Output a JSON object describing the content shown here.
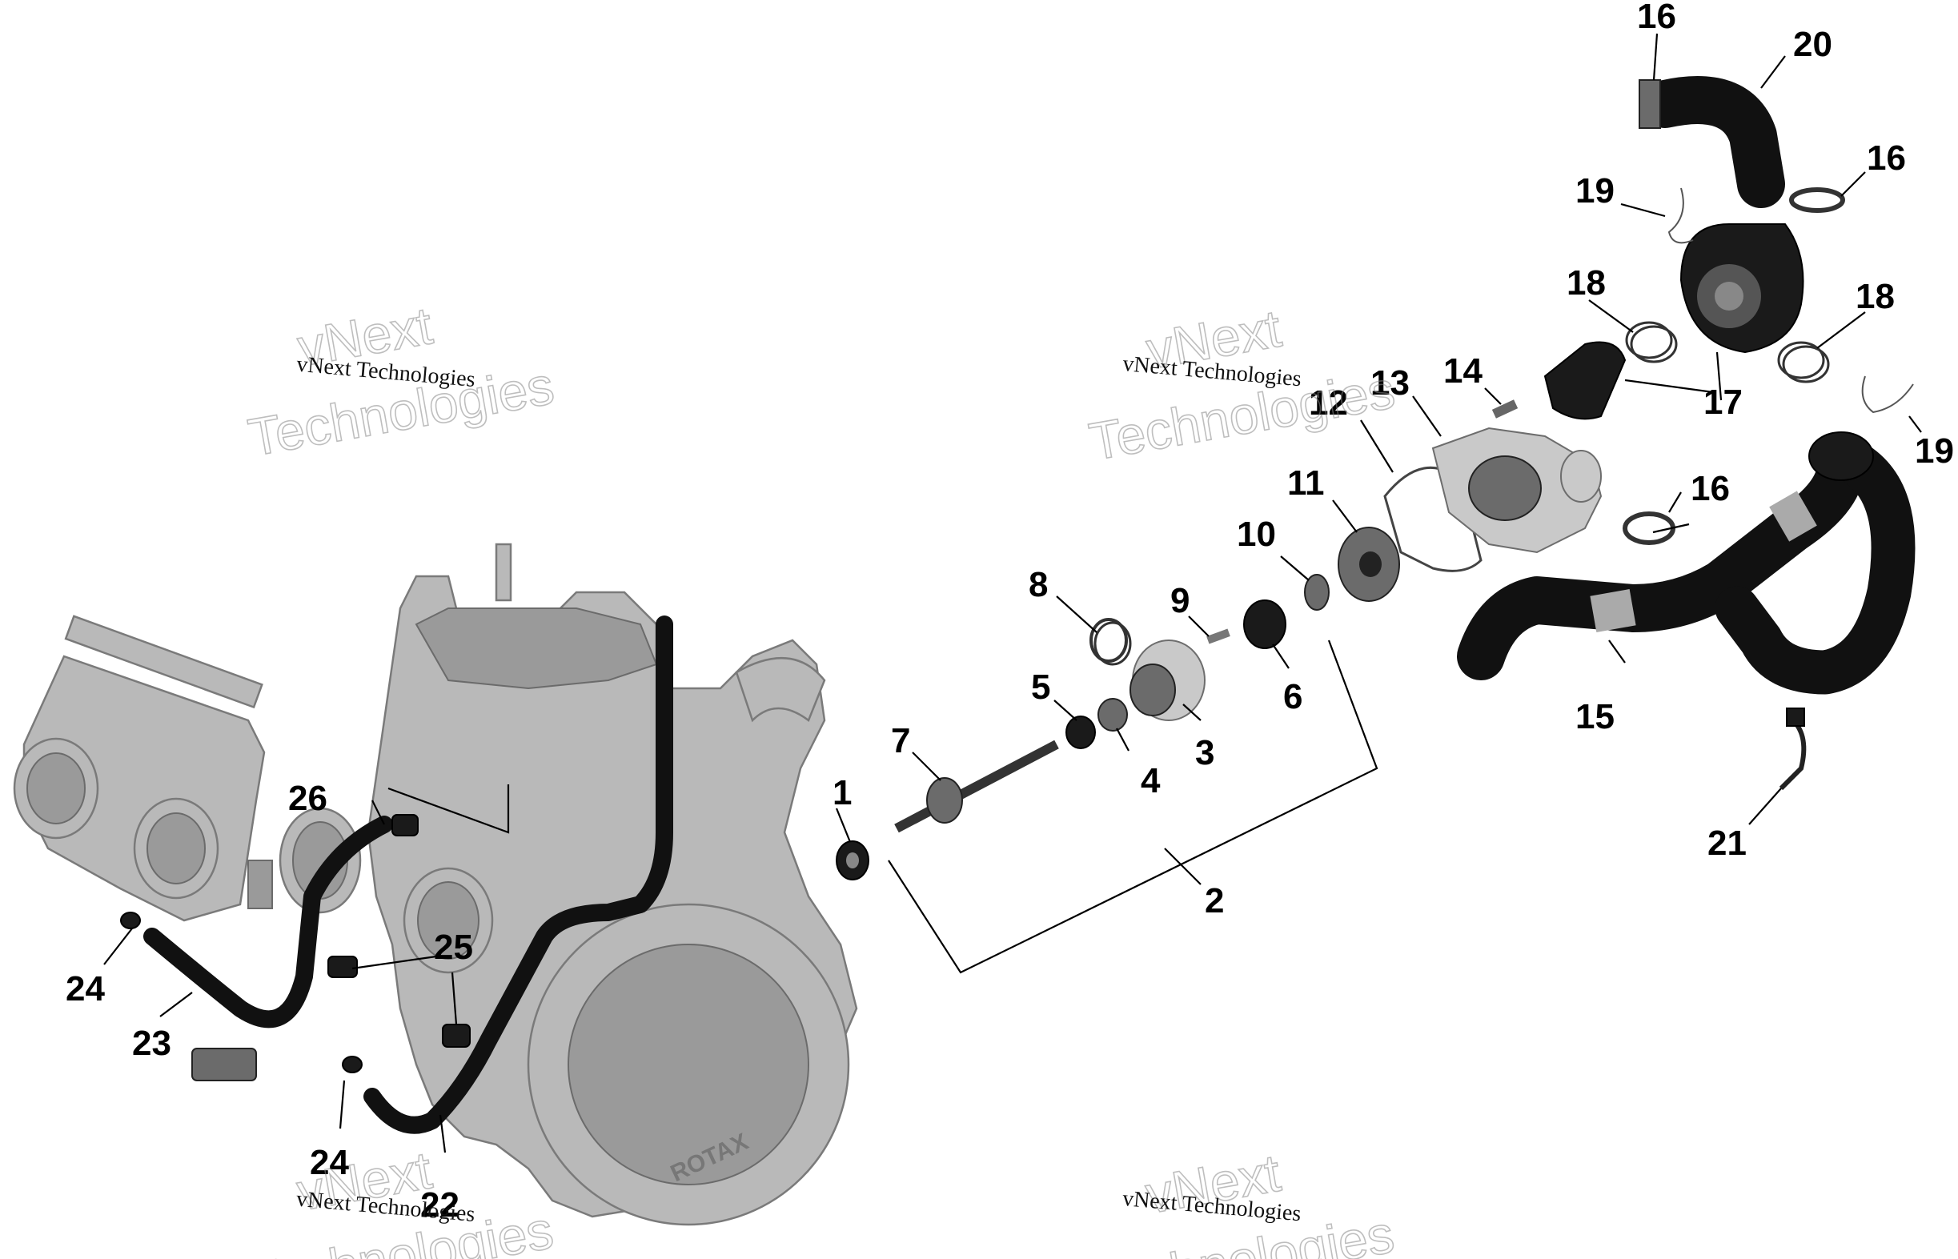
{
  "callouts": {
    "c1": "1",
    "c2": "2",
    "c3": "3",
    "c4": "4",
    "c5": "5",
    "c6": "6",
    "c7": "7",
    "c8": "8",
    "c9": "9",
    "c10": "10",
    "c11": "11",
    "c12": "12",
    "c13": "13",
    "c14": "14",
    "c15": "15",
    "c16a": "16",
    "c16b": "16",
    "c16c": "16",
    "c17": "17",
    "c18a": "18",
    "c18b": "18",
    "c19a": "19",
    "c19b": "19",
    "c20": "20",
    "c21": "21",
    "c22": "22",
    "c23": "23",
    "c24a": "24",
    "c24b": "24",
    "c25": "25",
    "c26": "26"
  },
  "watermark": {
    "small": "vNext Technologies",
    "big_line1": "vNext",
    "big_line2": "Technologies"
  },
  "engine_cover_brand": "ROTAX"
}
